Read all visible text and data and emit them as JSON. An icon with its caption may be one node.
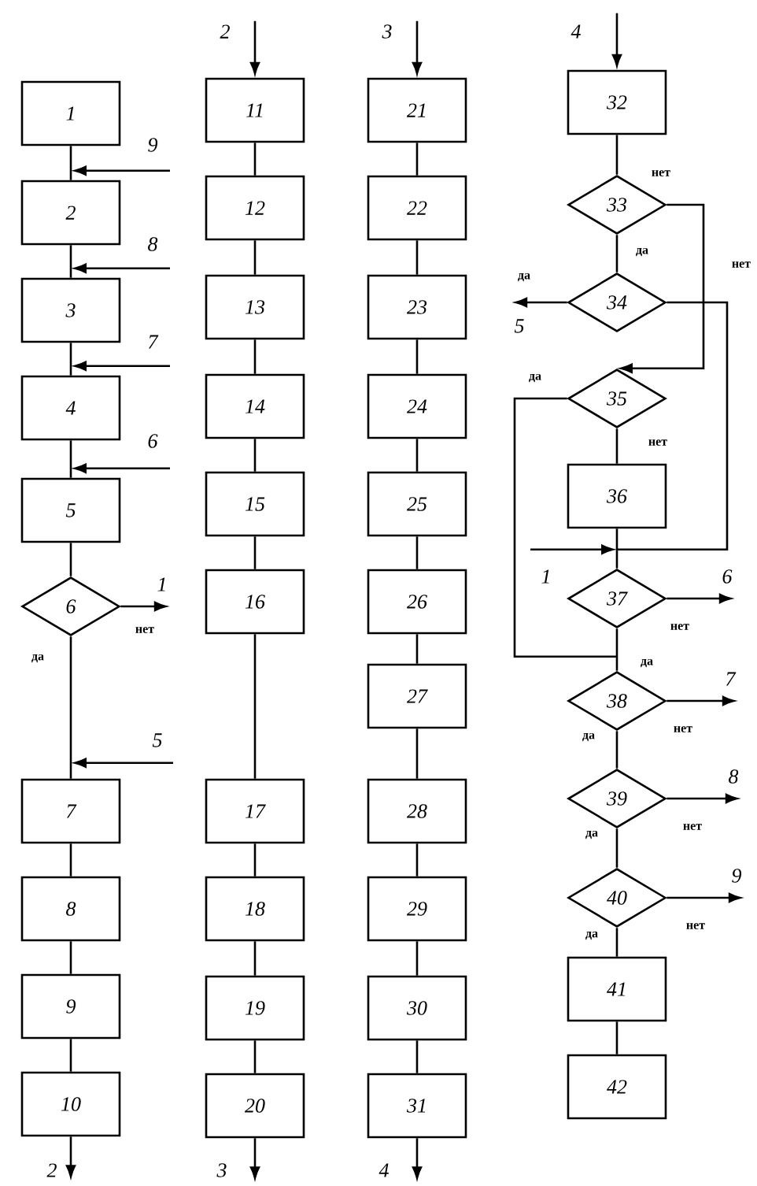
{
  "diagram": {
    "nodes": [
      {
        "text": [
          "1"
        ]
      },
      {
        "text": [
          "2"
        ]
      },
      {
        "text": [
          "3"
        ]
      },
      {
        "text": [
          "4"
        ]
      },
      {
        "text": [
          "5"
        ]
      },
      {
        "text": [
          "6"
        ]
      },
      {
        "text": [
          "7"
        ]
      },
      {
        "text": [
          "8"
        ]
      },
      {
        "text": [
          "9"
        ]
      },
      {
        "text": [
          "10"
        ]
      },
      {
        "text": [
          "11"
        ]
      },
      {
        "text": [
          "12"
        ]
      },
      {
        "text": [
          "13"
        ]
      },
      {
        "text": [
          "14"
        ]
      },
      {
        "text": [
          "15"
        ]
      },
      {
        "text": [
          "16"
        ]
      },
      {
        "text": [
          "17"
        ]
      },
      {
        "text": [
          "18"
        ]
      },
      {
        "text": [
          "19"
        ]
      },
      {
        "text": [
          "20"
        ]
      },
      {
        "text": [
          "21"
        ]
      },
      {
        "text": [
          "22"
        ]
      },
      {
        "text": [
          "23"
        ]
      },
      {
        "text": [
          "24"
        ]
      },
      {
        "text": [
          "25"
        ]
      },
      {
        "text": [
          "26"
        ]
      },
      {
        "text": [
          "27"
        ]
      },
      {
        "text": [
          "28"
        ]
      },
      {
        "text": [
          "29"
        ]
      },
      {
        "text": [
          "30"
        ]
      },
      {
        "text": [
          "31"
        ]
      },
      {
        "text": [
          "32"
        ]
      },
      {
        "text": [
          "33"
        ]
      },
      {
        "text": [
          "34"
        ]
      },
      {
        "text": [
          "35"
        ]
      },
      {
        "text": [
          "36"
        ]
      },
      {
        "text": [
          "37"
        ]
      },
      {
        "text": [
          "38"
        ]
      },
      {
        "text": [
          "39"
        ]
      },
      {
        "text": [
          "40"
        ]
      },
      {
        "text": [
          "41"
        ]
      },
      {
        "text": [
          "42"
        ]
      },
      {
        "text": [
          "1"
        ]
      },
      {
        "text": [
          "5"
        ]
      },
      {
        "text": [
          "6"
        ]
      },
      {
        "text": [
          "7"
        ]
      },
      {
        "text": [
          "8"
        ]
      },
      {
        "text": [
          "9"
        ]
      }
    ],
    "edges": [
      {
        "from": 0,
        "to": 1,
        "arrow": "none"
      },
      {
        "from": null,
        "to": 1,
        "arrow": "to",
        "label": "9"
      },
      {
        "from": 1,
        "to": 2,
        "arrow": "none"
      },
      {
        "from": null,
        "to": 2,
        "arrow": "to",
        "label": "8"
      },
      {
        "from": 2,
        "to": 3,
        "arrow": "none"
      },
      {
        "from": null,
        "to": 3,
        "arrow": "to",
        "label": "7"
      },
      {
        "from": 3,
        "to": 4,
        "arrow": "none"
      },
      {
        "from": null,
        "to": 4,
        "arrow": "to",
        "label": "6"
      },
      {
        "from": 4,
        "to": 5,
        "arrow": "none"
      },
      {
        "from": 5,
        "to": 6,
        "arrow": "none",
        "label": "да"
      },
      {
        "from": 5,
        "to": 42,
        "arrow": "to",
        "label": "нет"
      },
      {
        "from": null,
        "to": 6,
        "arrow": "to",
        "label": "5"
      },
      {
        "from": 6,
        "to": 7,
        "arrow": "none"
      },
      {
        "from": 7,
        "to": 8,
        "arrow": "none"
      },
      {
        "from": 8,
        "to": 9,
        "arrow": "none"
      },
      {
        "from": 9,
        "to": null,
        "arrow": "to",
        "label": "2"
      },
      {
        "from": null,
        "to": 10,
        "arrow": "to",
        "label": "2"
      },
      {
        "from": 10,
        "to": 11,
        "arrow": "none"
      },
      {
        "from": 11,
        "to": 12,
        "arrow": "none"
      },
      {
        "from": 12,
        "to": 13,
        "arrow": "none"
      },
      {
        "from": 13,
        "to": 14,
        "arrow": "none"
      },
      {
        "from": 14,
        "to": 15,
        "arrow": "none"
      },
      {
        "from": 15,
        "to": 16,
        "arrow": "none"
      },
      {
        "from": 16,
        "to": 17,
        "arrow": "none"
      },
      {
        "from": 17,
        "to": 18,
        "arrow": "none"
      },
      {
        "from": 18,
        "to": 19,
        "arrow": "none"
      },
      {
        "from": 19,
        "to": null,
        "arrow": "to",
        "label": "3"
      },
      {
        "from": null,
        "to": 20,
        "arrow": "to",
        "label": "3"
      },
      {
        "from": 20,
        "to": 21,
        "arrow": "none"
      },
      {
        "from": 21,
        "to": 22,
        "arrow": "none"
      },
      {
        "from": 22,
        "to": 23,
        "arrow": "none"
      },
      {
        "from": 23,
        "to": 24,
        "arrow": "none"
      },
      {
        "from": 24,
        "to": 25,
        "arrow": "none"
      },
      {
        "from": 25,
        "to": 26,
        "arrow": "none"
      },
      {
        "from": 26,
        "to": 27,
        "arrow": "none"
      },
      {
        "from": 27,
        "to": 28,
        "arrow": "none"
      },
      {
        "from": 28,
        "to": 29,
        "arrow": "none"
      },
      {
        "from": 29,
        "to": 30,
        "arrow": "none"
      },
      {
        "from": 30,
        "to": null,
        "arrow": "to",
        "label": "4"
      },
      {
        "from": null,
        "to": 31,
        "arrow": "to",
        "label": "4"
      },
      {
        "from": 31,
        "to": 32,
        "arrow": "none"
      },
      {
        "from": 32,
        "to": 33,
        "arrow": "none",
        "label": "да"
      },
      {
        "from": 32,
        "to": 34,
        "arrow": "to",
        "label": "нет"
      },
      {
        "from": 33,
        "to": 43,
        "arrow": "to",
        "label": "да"
      },
      {
        "from": 33,
        "to": 36,
        "arrow": "none",
        "label": "нет"
      },
      {
        "from": 34,
        "to": 35,
        "arrow": "none",
        "label": "нет"
      },
      {
        "from": 34,
        "to": 37,
        "arrow": "none",
        "label": "да"
      },
      {
        "from": 35,
        "to": 36,
        "arrow": "none"
      },
      {
        "from": null,
        "to": 36,
        "arrow": "to",
        "label": "1"
      },
      {
        "from": 36,
        "to": 44,
        "arrow": "to",
        "label": "нет"
      },
      {
        "from": 36,
        "to": 37,
        "arrow": "none",
        "label": "да"
      },
      {
        "from": 37,
        "to": 45,
        "arrow": "to",
        "label": "нет"
      },
      {
        "from": 37,
        "to": 38,
        "arrow": "none",
        "label": "да"
      },
      {
        "from": 38,
        "to": 46,
        "arrow": "to",
        "label": "нет"
      },
      {
        "from": 38,
        "to": 39,
        "arrow": "none",
        "label": "да"
      },
      {
        "from": 39,
        "to": 47,
        "arrow": "to",
        "label": "нет"
      },
      {
        "from": 39,
        "to": 40,
        "arrow": "none",
        "label": "да"
      },
      {
        "from": 40,
        "to": 41,
        "arrow": "none"
      }
    ]
  }
}
